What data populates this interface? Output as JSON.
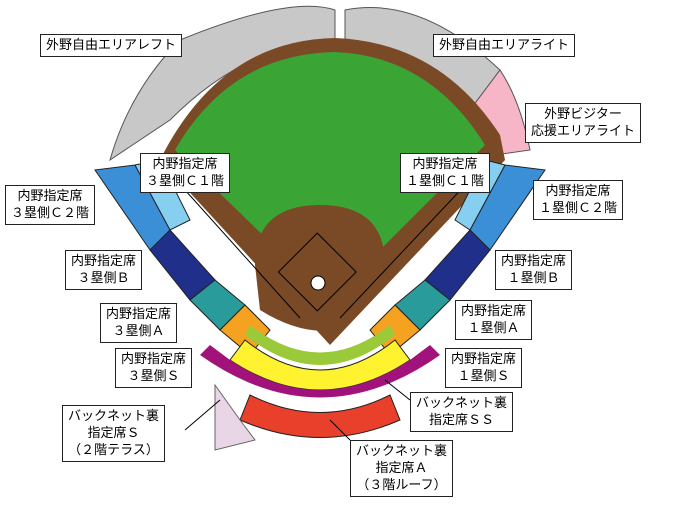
{
  "labels": {
    "outfield_left": "外野自由エリアレフト",
    "outfield_right": "外野自由エリアライト",
    "visitor": [
      "外野ビジター",
      "応援エリアライト"
    ],
    "c1_3b": [
      "内野指定席",
      "３塁側Ｃ１階"
    ],
    "c1_1b": [
      "内野指定席",
      "１塁側Ｃ１階"
    ],
    "c2_3b": [
      "内野指定席",
      "３塁側Ｃ２階"
    ],
    "c2_1b": [
      "内野指定席",
      "１塁側Ｃ２階"
    ],
    "b_3b": [
      "内野指定席",
      "３塁側Ｂ"
    ],
    "b_1b": [
      "内野指定席",
      "１塁側Ｂ"
    ],
    "a_3b": [
      "内野指定席",
      "３塁側Ａ"
    ],
    "a_1b": [
      "内野指定席",
      "１塁側Ａ"
    ],
    "s_3b": [
      "内野指定席",
      "３塁側Ｓ"
    ],
    "s_1b": [
      "内野指定席",
      "１塁側Ｓ"
    ],
    "backnet_s": [
      "バックネット裏",
      "指定席Ｓ",
      "（２階テラス）"
    ],
    "backnet_ss": [
      "バックネット裏",
      "指定席ＳＳ"
    ],
    "backnet_a": [
      "バックネット裏",
      "指定席Ａ",
      "（３階ルーフ）"
    ]
  },
  "colors": {
    "outfield": "#c8c8c8",
    "visitor": "#f7b6c8",
    "grass": "#3aa535",
    "dirt": "#7a4a26",
    "c_light": "#86cff0",
    "c_mid": "#3a8fd6",
    "b_navy": "#1f2f8a",
    "a_teal": "#2a9b9b",
    "s_orange": "#f4a21f",
    "ss_yellow": "#fff22e",
    "magenta": "#a1127a",
    "lime": "#9ac93a",
    "red": "#e8402a"
  }
}
